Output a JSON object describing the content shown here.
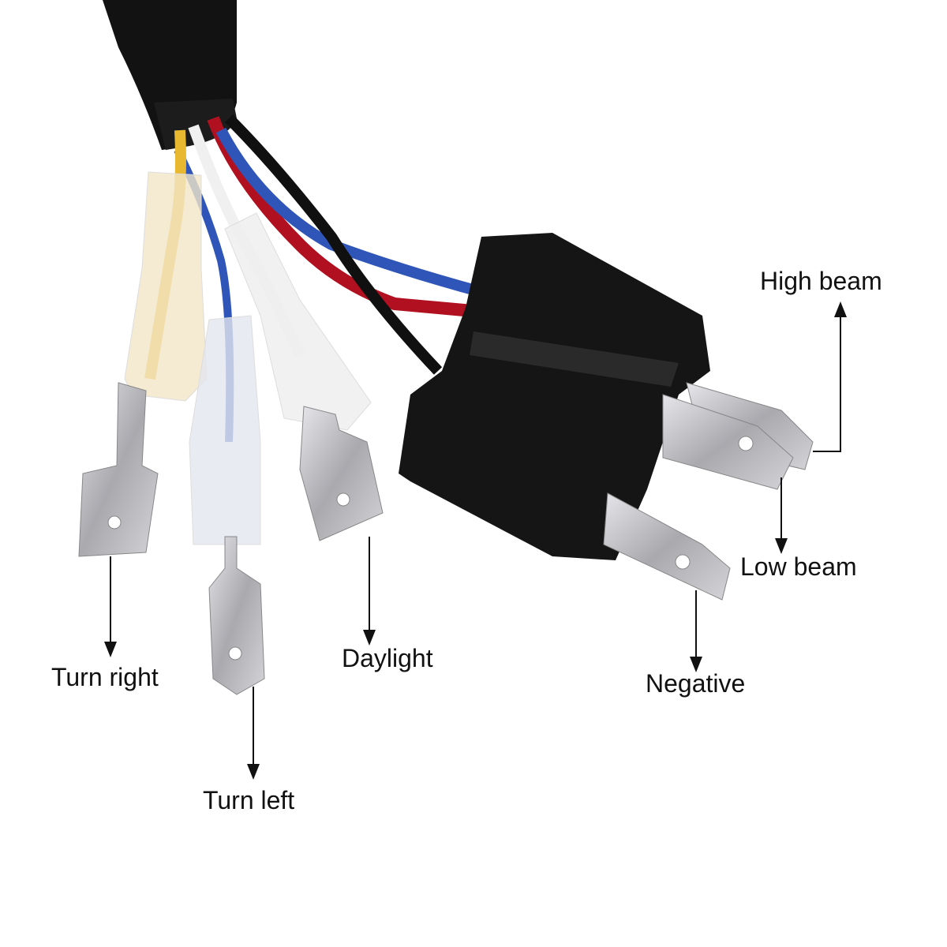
{
  "labels": {
    "high_beam": "High beam",
    "low_beam": "Low beam",
    "negative": "Negative",
    "daylight": "Daylight",
    "turn_right": "Turn right",
    "turn_left": "Turn left"
  },
  "colors": {
    "cable": "#111111",
    "wire_yellow": "#e8b830",
    "wire_white": "#f2f2f2",
    "wire_blue": "#2f55b8",
    "wire_red": "#b01020",
    "wire_black": "#101010",
    "connector": "#151515",
    "terminal": "#b9b9bd"
  }
}
